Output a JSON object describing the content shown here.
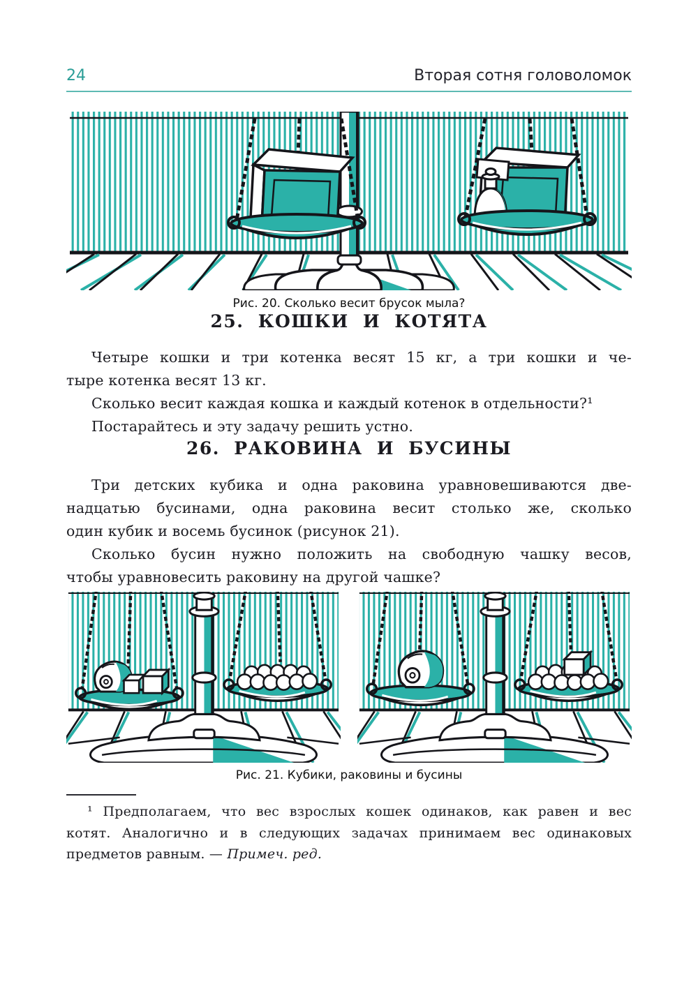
{
  "colors": {
    "accent_teal": "#2BB1A8",
    "page_number_teal": "#2A9D96"
  },
  "header": {
    "page_number": "24",
    "running_title": "Вторая сотня головоломок"
  },
  "figure20": {
    "caption": "Рис. 20. Сколько весит брусок мыла?"
  },
  "section25": {
    "heading": "25. КОШКИ И КОТЯТА",
    "paragraphs": [
      {
        "lines": [
          "Четыре кошки и три котенка весят 15 кг, а три кошки и че-",
          "тыре котенка весят 13 кг."
        ]
      },
      {
        "lines": [
          "Сколько весит каждая кошка и каждый котенок в отдельности?¹"
        ]
      },
      {
        "lines": [
          "Постарайтесь и эту задачу решить устно."
        ]
      }
    ]
  },
  "section26": {
    "heading": "26. РАКОВИНА И БУСИНЫ",
    "paragraphs": [
      {
        "lines": [
          "Три детских кубика и одна раковина уравновешиваются две-",
          "надцатью бусинами, одна раковина весит столько же, сколько",
          "один кубик и восемь бусинок (рисунок 21)."
        ]
      },
      {
        "lines": [
          "Сколько бусин нужно положить на свободную чашку весов,",
          "чтобы уравновесить раковину на другой чашке?"
        ]
      }
    ]
  },
  "figure21": {
    "caption": "Рис. 21. Кубики, раковины и бусины"
  },
  "footnote": {
    "lines": [
      "¹ Предполагаем, что вес взрослых кошек одинаков, как равен и вес",
      "котят. Аналогично и в следующих задачах принимаем вес одинаковых"
    ],
    "last_line_text": "предметов равным. — ",
    "last_line_italic": "Примеч. ред."
  }
}
